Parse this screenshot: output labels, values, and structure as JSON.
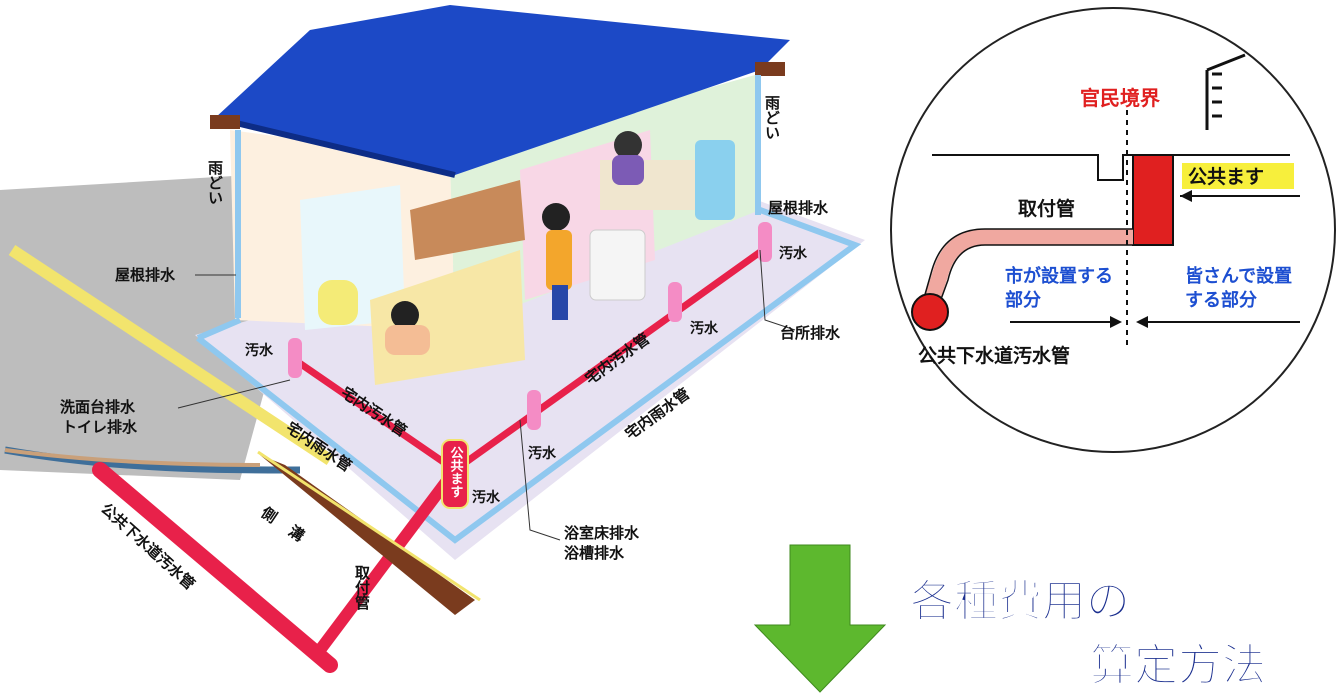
{
  "house": {
    "rain_gutter_left": "雨どい",
    "rain_gutter_right": "雨どい",
    "roof_drain_left": "屋根排水",
    "roof_drain_right": "屋根排水",
    "sewage_1": "汚水",
    "sewage_2": "汚水",
    "sewage_3": "汚水",
    "sewage_4": "汚水",
    "sewage_5": "汚水",
    "washbasin_drain": "洗面台排水",
    "toilet_drain": "トイレ排水",
    "kitchen_drain": "台所排水",
    "bath_floor_drain": "浴室床排水",
    "bathtub_drain": "浴槽排水",
    "indoor_sewage_pipe_a": "宅内汚水管",
    "indoor_sewage_pipe_b": "宅内汚水管",
    "indoor_rain_pipe_a": "宅内雨水管",
    "indoor_rain_pipe_b": "宅内雨水管",
    "public_basin": "公共ます",
    "side_ditch": "側溝",
    "connection_pipe": "取付管",
    "public_sewer": "公共下水道汚水管"
  },
  "detail": {
    "boundary": "官民境界",
    "public_basin": "公共ます",
    "connection_pipe": "取付管",
    "city_part_line1": "市が設置する",
    "city_part_line2": "部分",
    "owner_part_line1": "皆さんで設置",
    "owner_part_line2": "する部分",
    "public_sewer": "公共下水道汚水管"
  },
  "heading": {
    "line1": "各種費用の",
    "line2": "算定方法"
  },
  "colors": {
    "sewage_pipe": "#e8214a",
    "rain_pipe": "#8fc8ef",
    "roof": "#1c49c6",
    "arrow": "#5db82e",
    "heading": "#1b2f8f",
    "boundary_text": "#e02020",
    "detail_blue_text": "#1d4fd1"
  }
}
